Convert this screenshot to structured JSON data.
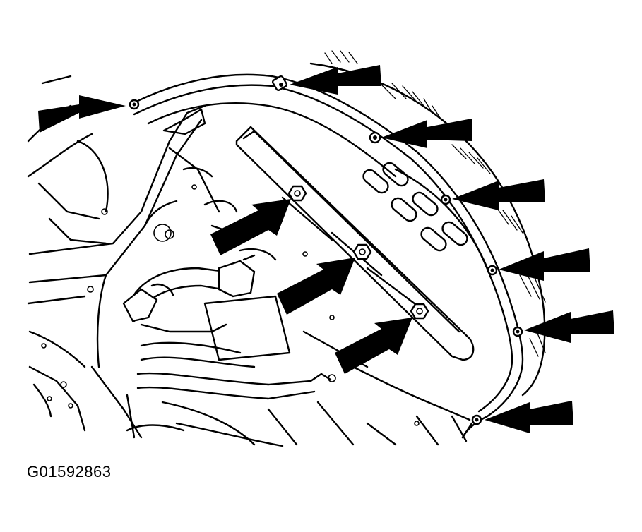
{
  "figure": {
    "id_label": "G01592863"
  },
  "colors": {
    "line": "#000000",
    "background": "#ffffff"
  },
  "fasteners": {
    "arrows": [
      {
        "name": "fastener-arrow-left-top"
      },
      {
        "name": "fastener-arrow-top-center"
      },
      {
        "name": "fastener-arrow-top-right"
      },
      {
        "name": "fastener-arrow-right-upper"
      },
      {
        "name": "fastener-arrow-right-middle"
      },
      {
        "name": "fastener-arrow-right-lower"
      },
      {
        "name": "fastener-arrow-bottom-right"
      },
      {
        "name": "fastener-arrow-center-upper"
      },
      {
        "name": "fastener-arrow-center-middle"
      },
      {
        "name": "fastener-arrow-center-lower"
      }
    ]
  }
}
